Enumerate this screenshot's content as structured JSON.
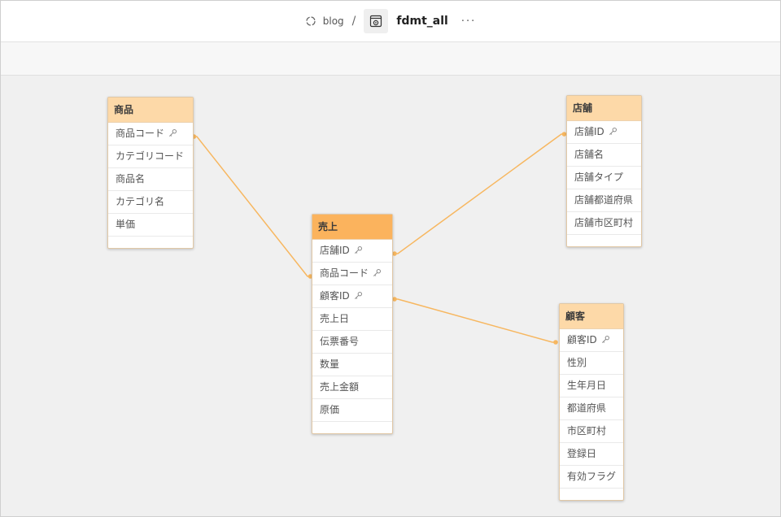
{
  "header": {
    "space": "blog",
    "separator": "/",
    "app_name": "fdmt_all",
    "more": "···"
  },
  "colors": {
    "link": "#f7b760",
    "dim_header": "#fdd9a8",
    "fact_header": "#fbb35d",
    "canvas": "#f0f0f0"
  },
  "tables": {
    "product": {
      "name": "商品",
      "fields": [
        {
          "name": "商品コード",
          "key": true
        },
        {
          "name": "カテゴリコード",
          "key": false
        },
        {
          "name": "商品名",
          "key": false
        },
        {
          "name": "カテゴリ名",
          "key": false
        },
        {
          "name": "単価",
          "key": false
        }
      ]
    },
    "store": {
      "name": "店舗",
      "fields": [
        {
          "name": "店舗ID",
          "key": true
        },
        {
          "name": "店舗名",
          "key": false
        },
        {
          "name": "店舗タイプ",
          "key": false
        },
        {
          "name": "店舗都道府県",
          "key": false
        },
        {
          "name": "店舗市区町村",
          "key": false
        }
      ]
    },
    "sales": {
      "name": "売上",
      "fields": [
        {
          "name": "店舗ID",
          "key": true
        },
        {
          "name": "商品コード",
          "key": true
        },
        {
          "name": "顧客ID",
          "key": true
        },
        {
          "name": "売上日",
          "key": false
        },
        {
          "name": "伝票番号",
          "key": false
        },
        {
          "name": "数量",
          "key": false
        },
        {
          "name": "売上金額",
          "key": false
        },
        {
          "name": "原価",
          "key": false
        }
      ]
    },
    "customer": {
      "name": "顧客",
      "fields": [
        {
          "name": "顧客ID",
          "key": true
        },
        {
          "name": "性別",
          "key": false
        },
        {
          "name": "生年月日",
          "key": false
        },
        {
          "name": "都道府県",
          "key": false
        },
        {
          "name": "市区町村",
          "key": false
        },
        {
          "name": "登録日",
          "key": false
        },
        {
          "name": "有効フラグ",
          "key": false
        }
      ]
    }
  },
  "associations": [
    {
      "from_table": "product",
      "from_field": "商品コード",
      "to_table": "sales",
      "to_field": "商品コード"
    },
    {
      "from_table": "store",
      "from_field": "店舗ID",
      "to_table": "sales",
      "to_field": "店舗ID"
    },
    {
      "from_table": "customer",
      "from_field": "顧客ID",
      "to_table": "sales",
      "to_field": "顧客ID"
    }
  ]
}
